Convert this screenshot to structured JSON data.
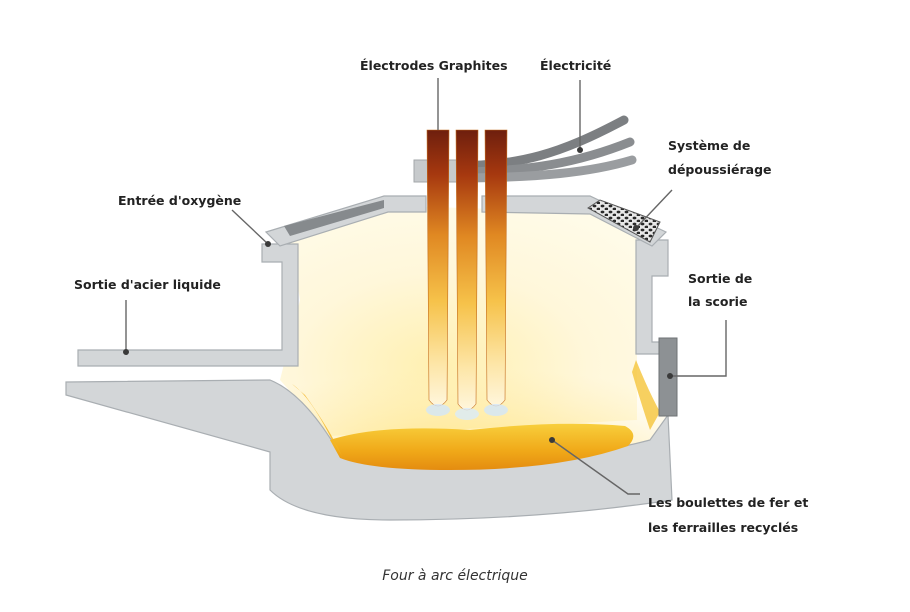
{
  "labels": {
    "electrodes": "Électrodes Graphites",
    "electricity": "Électricité",
    "dust_system_line1": "Système de",
    "dust_system_line2": "dépoussiérage",
    "oxygen_inlet": "Entrée d'oxygène",
    "steel_outlet": "Sortie d'acier liquide",
    "slag_outlet_line1": "Sortie de",
    "slag_outlet_line2": "la scorie",
    "charge_line1": "Les boulettes de fer et",
    "charge_line2": "les ferrailles recyclés"
  },
  "caption": "Four à arc électrique",
  "colors": {
    "wall": "#d3d6d8",
    "wall_stroke": "#a9aeb2",
    "electrode_top": "#7a2410",
    "molten": "#f2b21e",
    "interior_glow": "#fff6d2"
  }
}
